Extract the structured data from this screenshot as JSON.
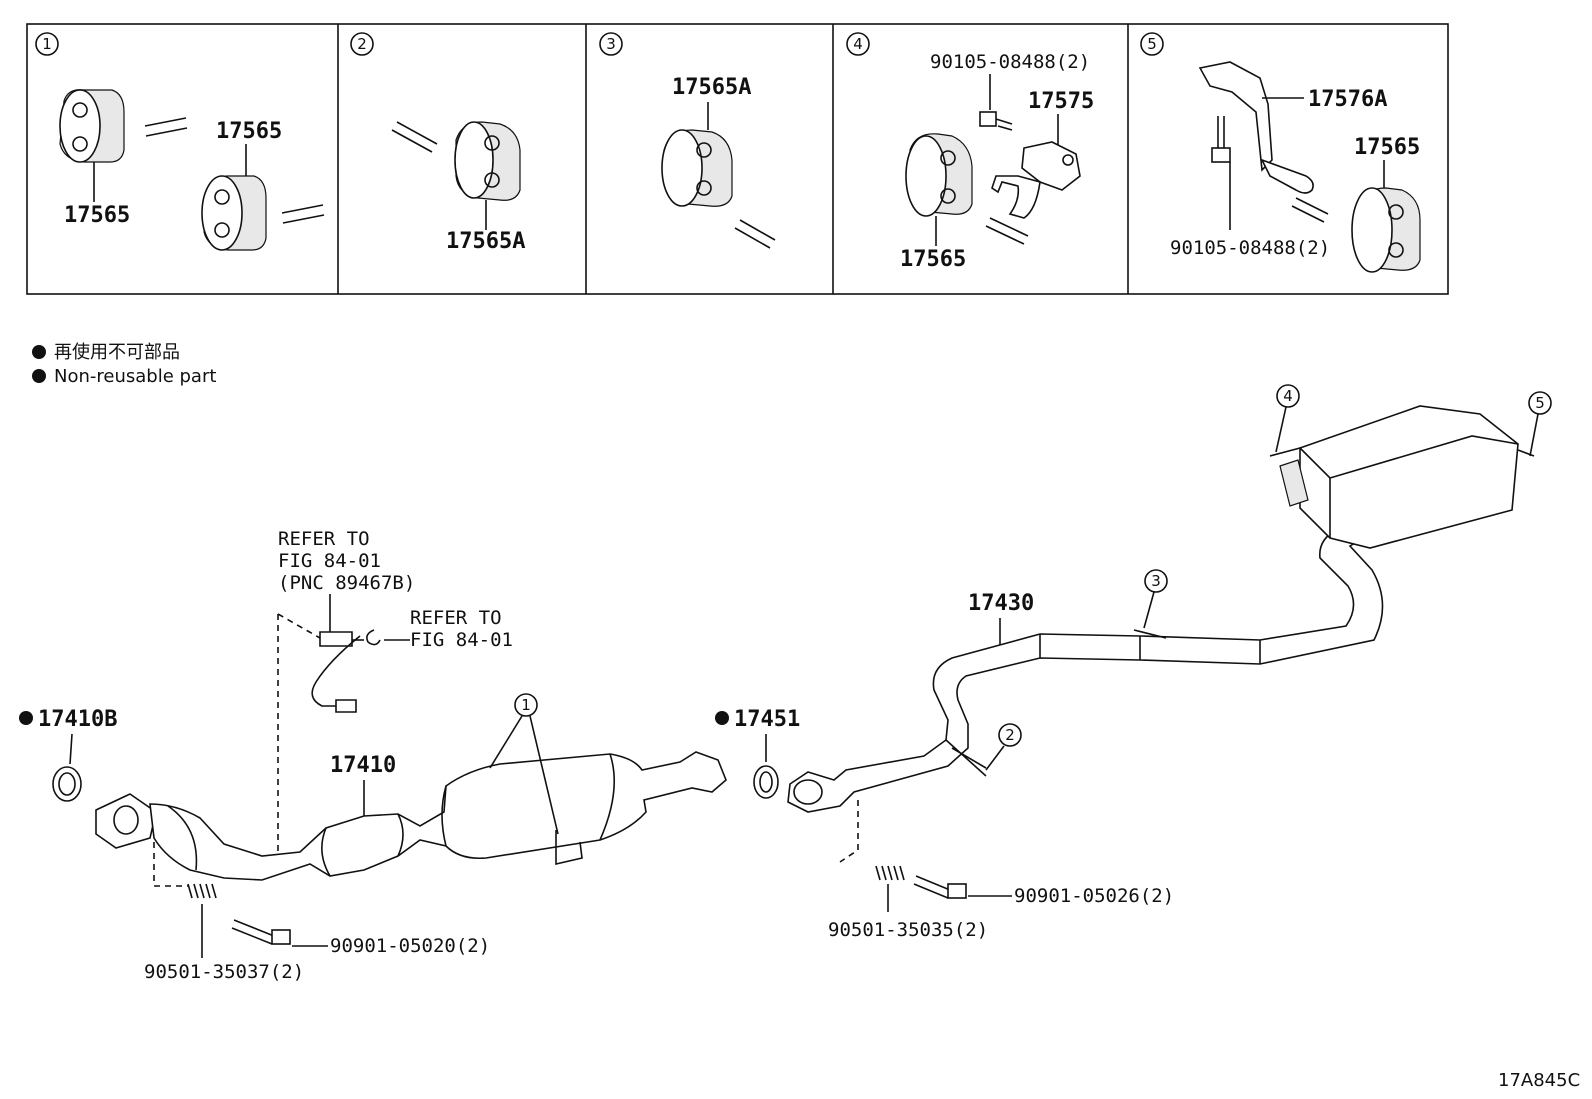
{
  "panels": [
    {
      "number": "1",
      "labels": [
        "17565",
        "17565"
      ]
    },
    {
      "number": "2",
      "labels": [
        "17565A"
      ]
    },
    {
      "number": "3",
      "labels": [
        "17565A"
      ]
    },
    {
      "number": "4",
      "labels": [
        "90105-08488(2)",
        "17575",
        "17565"
      ]
    },
    {
      "number": "5",
      "labels": [
        "17576A",
        "17565",
        "90105-08488(2)"
      ]
    }
  ],
  "legend": {
    "line1": "再使用不可部品",
    "line2": "Non-reusable part"
  },
  "main": {
    "refer1_line1": "REFER TO",
    "refer1_line2": "FIG 84-01",
    "refer1_line3": "(PNC 89467B)",
    "refer2_line1": "REFER TO",
    "refer2_line2": "FIG 84-01",
    "p17410B": "17410B",
    "p17410": "17410",
    "p17451": "17451",
    "p17430": "17430",
    "bolt_left": "90901-05020(2)",
    "spring_left": "90501-35037(2)",
    "bolt_right": "90901-05026(2)",
    "spring_right": "90501-35035(2)",
    "callout1": "1",
    "callout2": "2",
    "callout3": "3",
    "callout4": "4",
    "callout5": "5"
  },
  "figure_code": "17A845C"
}
